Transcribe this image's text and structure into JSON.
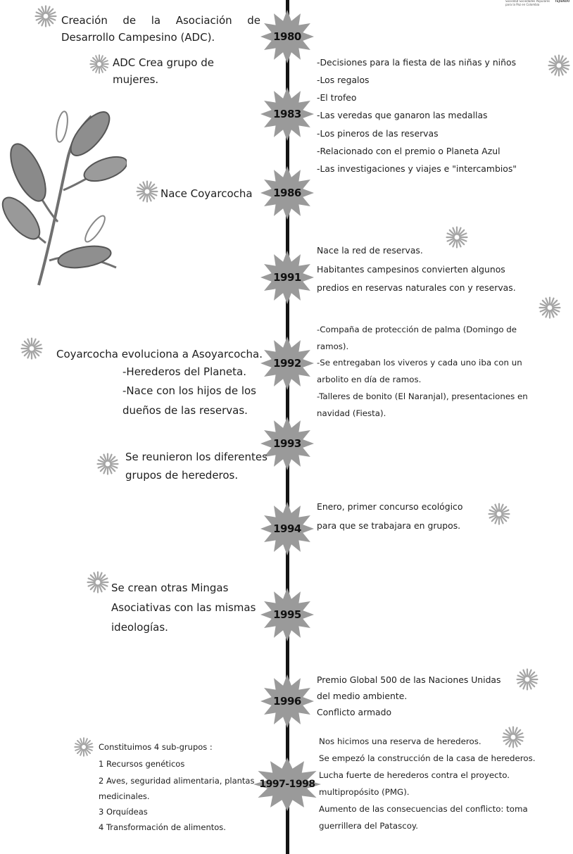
{
  "logo": {
    "line1": "Sociedad Sociedades Populares",
    "line2": "para la Paz en Colombia",
    "line3": "TEJIENDO"
  },
  "events": [
    {
      "year": "1980",
      "left": [
        "Creación de la Asociación de",
        "Desarrollo Campesino (ADC).",
        "ADC Crea grupo de",
        "mujeres."
      ]
    },
    {
      "year": "1983",
      "right": [
        "-Decisiones para la fiesta de las niñas y niños",
        "-Los regalos",
        "-El trofeo",
        "-Las veredas que ganaron las medallas",
        "-Los pineros de las reservas",
        "-Relacionado con el premio o Planeta Azul",
        "-Las investigaciones y viajes e \"intercambios\""
      ]
    },
    {
      "year": "1986",
      "left": [
        "Nace Coyarcocha"
      ]
    },
    {
      "year": "1991",
      "right": [
        "Nace la red de reservas.",
        "Habitantes campesinos convierten algunos",
        "predios en reservas naturales con y reservas."
      ]
    },
    {
      "year": "1992",
      "left": [
        "Coyarcocha evoluciona a Asoyarcocha.",
        "-Herederos del Planeta.",
        "-Nace con los hijos de los",
        "dueños de las reservas."
      ],
      "right": [
        "-Compaña de protección de palma (Domingo de",
        "ramos).",
        "-Se entregaban los viveros y cada uno iba con un",
        "arbolito en día de ramos.",
        "-Talleres de bonito (El Naranjal), presentaciones en",
        "navidad (Fiesta)."
      ]
    },
    {
      "year": "1993",
      "left": [
        "Se reunieron los diferentes",
        "grupos de herederos."
      ]
    },
    {
      "year": "1994",
      "right": [
        "Enero, primer concurso ecológico",
        "para que se trabajara en grupos."
      ]
    },
    {
      "year": "1995",
      "left": [
        "Se crean otras Mingas",
        "Asociativas con las mismas",
        "ideologías."
      ]
    },
    {
      "year": "1996",
      "right": [
        "Premio Global 500 de las Naciones Unidas",
        "del medio ambiente.",
        "Conflicto armado"
      ]
    },
    {
      "year": "1997-1998",
      "left": [
        "Constituimos 4 sub-grupos :",
        "1 Recursos genéticos",
        "2 Aves, seguridad alimentaria, plantas",
        "medicinales.",
        "3 Orquídeas",
        "4 Transformación de alimentos."
      ],
      "right": [
        "Nos hicimos una reserva de herederos.",
        "Se empezó la construcción de la casa de herederos.",
        "Lucha fuerte de herederos contra el proyecto.",
        "multipropósito (PMG).",
        "Aumento de las consecuencias del conflicto: toma",
        "guerrillera del Patascoy."
      ]
    }
  ]
}
